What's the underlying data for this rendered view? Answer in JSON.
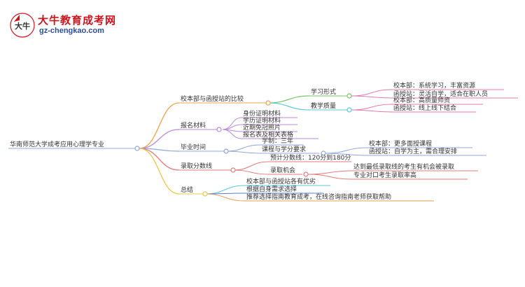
{
  "brand": {
    "logo_name": "大牛教育成考网",
    "logo_url": "gz-chengkao.com",
    "logo_glyph": "大牛",
    "colors": {
      "red": "#c9151e",
      "blue": "#2b4d9b"
    }
  },
  "mindmap": {
    "root": "华南师范大学成考应用心理学专业",
    "branches": [
      {
        "label": "校本部与函授站的比较",
        "color": "#f0a04b",
        "children": [
          {
            "label": "学习形式",
            "color": "#7ac36a",
            "children": [
              "校本部：系统学习，丰富资源",
              "函授站：灵活自学，适合在职人员"
            ]
          },
          {
            "label": "教学质量",
            "color": "#5bc8d8",
            "children": [
              "校本部：高质量师资",
              "函授站：线上线下结合"
            ]
          }
        ]
      },
      {
        "label": "报名材料",
        "color": "#b98ad6",
        "children": [
          "身份证明材料",
          "学历证明材料",
          "近期免冠照片",
          "报名表及相关表格"
        ]
      },
      {
        "label": "毕业时间",
        "color": "#8fa8d8",
        "children": [
          {
            "label": "学制：三年"
          },
          {
            "label": "课程与学分要求",
            "color": "#8fa8d8",
            "children": [
              "校本部：更多面授课程",
              "函授站：自学为主，需合理安排"
            ]
          }
        ]
      },
      {
        "label": "录取分数线",
        "color": "#e07b7b",
        "children": [
          {
            "label": "预计分数线：120分到180分"
          },
          {
            "label": "录取机会",
            "color": "#e07b7b",
            "children": [
              "达到最低录取线的考生有机会被录取",
              "专业对口考生录取率高"
            ]
          }
        ]
      },
      {
        "label": "总结",
        "color": "#e6c84a",
        "children": [
          "校本部与函授站各有优劣",
          "根据自身需求选择",
          "推荐选择指南教育成考，在线咨询指南老师获取帮助"
        ]
      }
    ]
  }
}
